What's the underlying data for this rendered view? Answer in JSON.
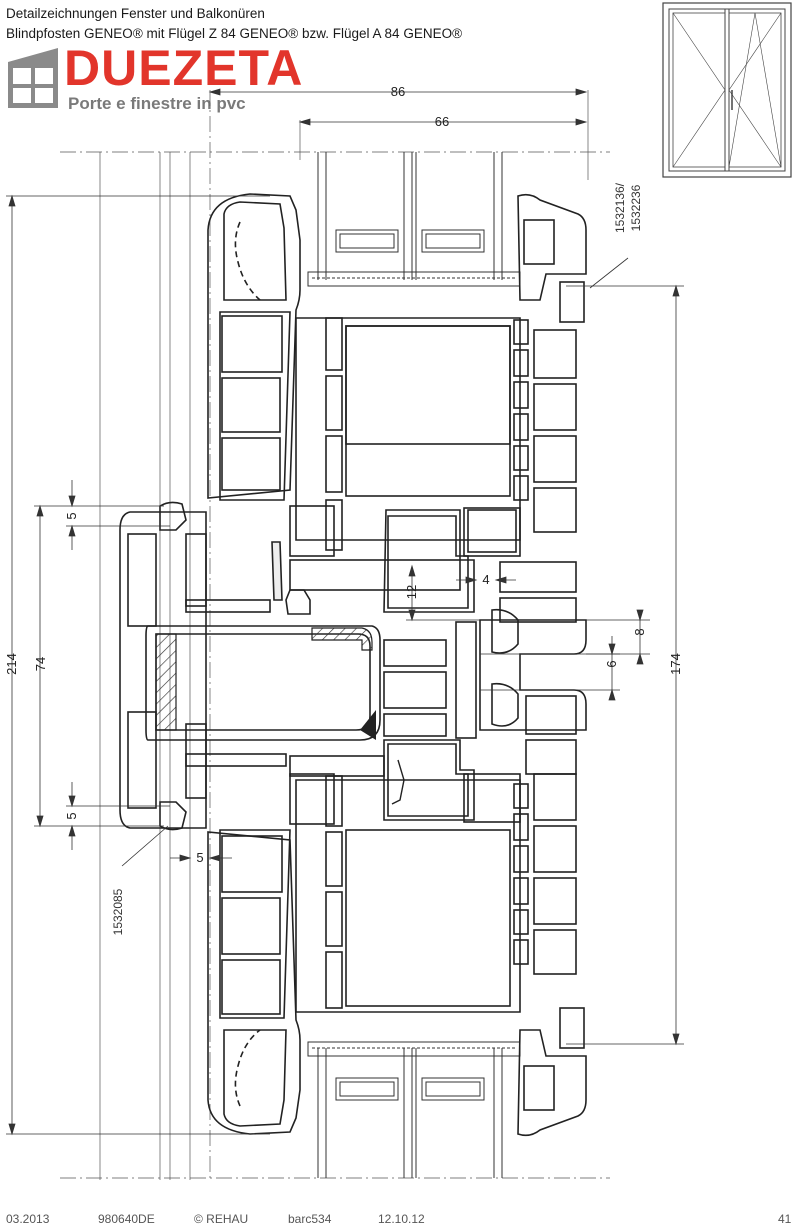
{
  "header": {
    "line1": "Detailzeichnungen Fenster und Balkonüren",
    "line2": "Blindpfosten GENEO® mit Flügel Z 84 GENEO® bzw. Flügel A 84 GENEO®"
  },
  "brand": {
    "name": "DUEZETA",
    "tagline": "Porte e finestre in pvc",
    "color": "#e2352b"
  },
  "dimensions": {
    "d86": "86",
    "d66": "66",
    "d214": "214",
    "d74": "74",
    "d174": "174",
    "d5_top": "5",
    "d5_bottom": "5",
    "d5_horizontal": "5",
    "d12": "12",
    "d4": "4",
    "d8": "8",
    "d6": "6"
  },
  "part_numbers": {
    "upper_right": "1532136/\n1532236",
    "upper_right_line1": "1532136/",
    "upper_right_line2": "1532236",
    "lower_left": "1532085"
  },
  "footer": {
    "date": "03.2013",
    "doc_number": "980640DE",
    "copyright": "© REHAU",
    "code": "barc534",
    "print_date": "12.10.12",
    "page": "41"
  }
}
